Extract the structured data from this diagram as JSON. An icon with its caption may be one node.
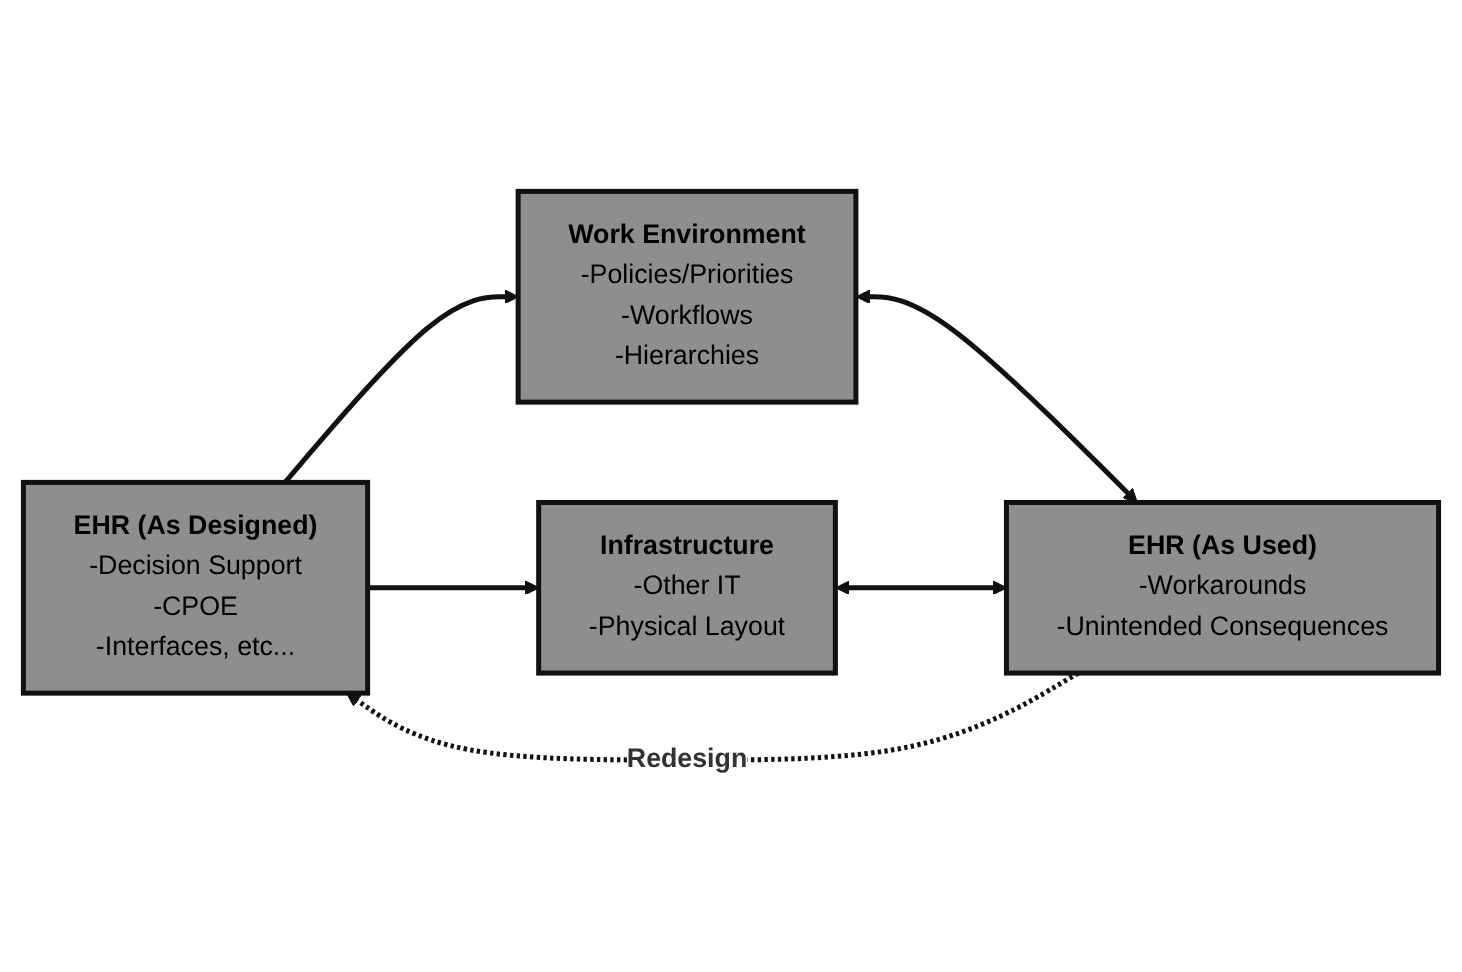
{
  "diagram": {
    "nodes": [
      {
        "text": [
          "Work Environment",
          "-Policies/Priorities",
          "-Workflows",
          "-Hierarchies"
        ]
      },
      {
        "text": [
          "EHR (As Designed)",
          "-Decision Support",
          "-CPOE",
          "-Interfaces, etc..."
        ]
      },
      {
        "text": [
          "EHR (As Used)",
          "-Workarounds",
          "-Unintended Consequences"
        ]
      },
      {
        "text": [
          "Infrastructure",
          "-Other IT",
          "-Physical Layout"
        ]
      }
    ],
    "edges": [
      {
        "from": 1,
        "to": 0,
        "arrow": "to"
      },
      {
        "from": 0,
        "to": 2,
        "arrow": "both"
      },
      {
        "from": 2,
        "to": 1,
        "arrow": "to",
        "label": "Redesign",
        "style": "dashed"
      },
      {
        "from": 1,
        "to": 3,
        "arrow": "to"
      },
      {
        "from": 3,
        "to": 2,
        "arrow": "both"
      }
    ]
  }
}
